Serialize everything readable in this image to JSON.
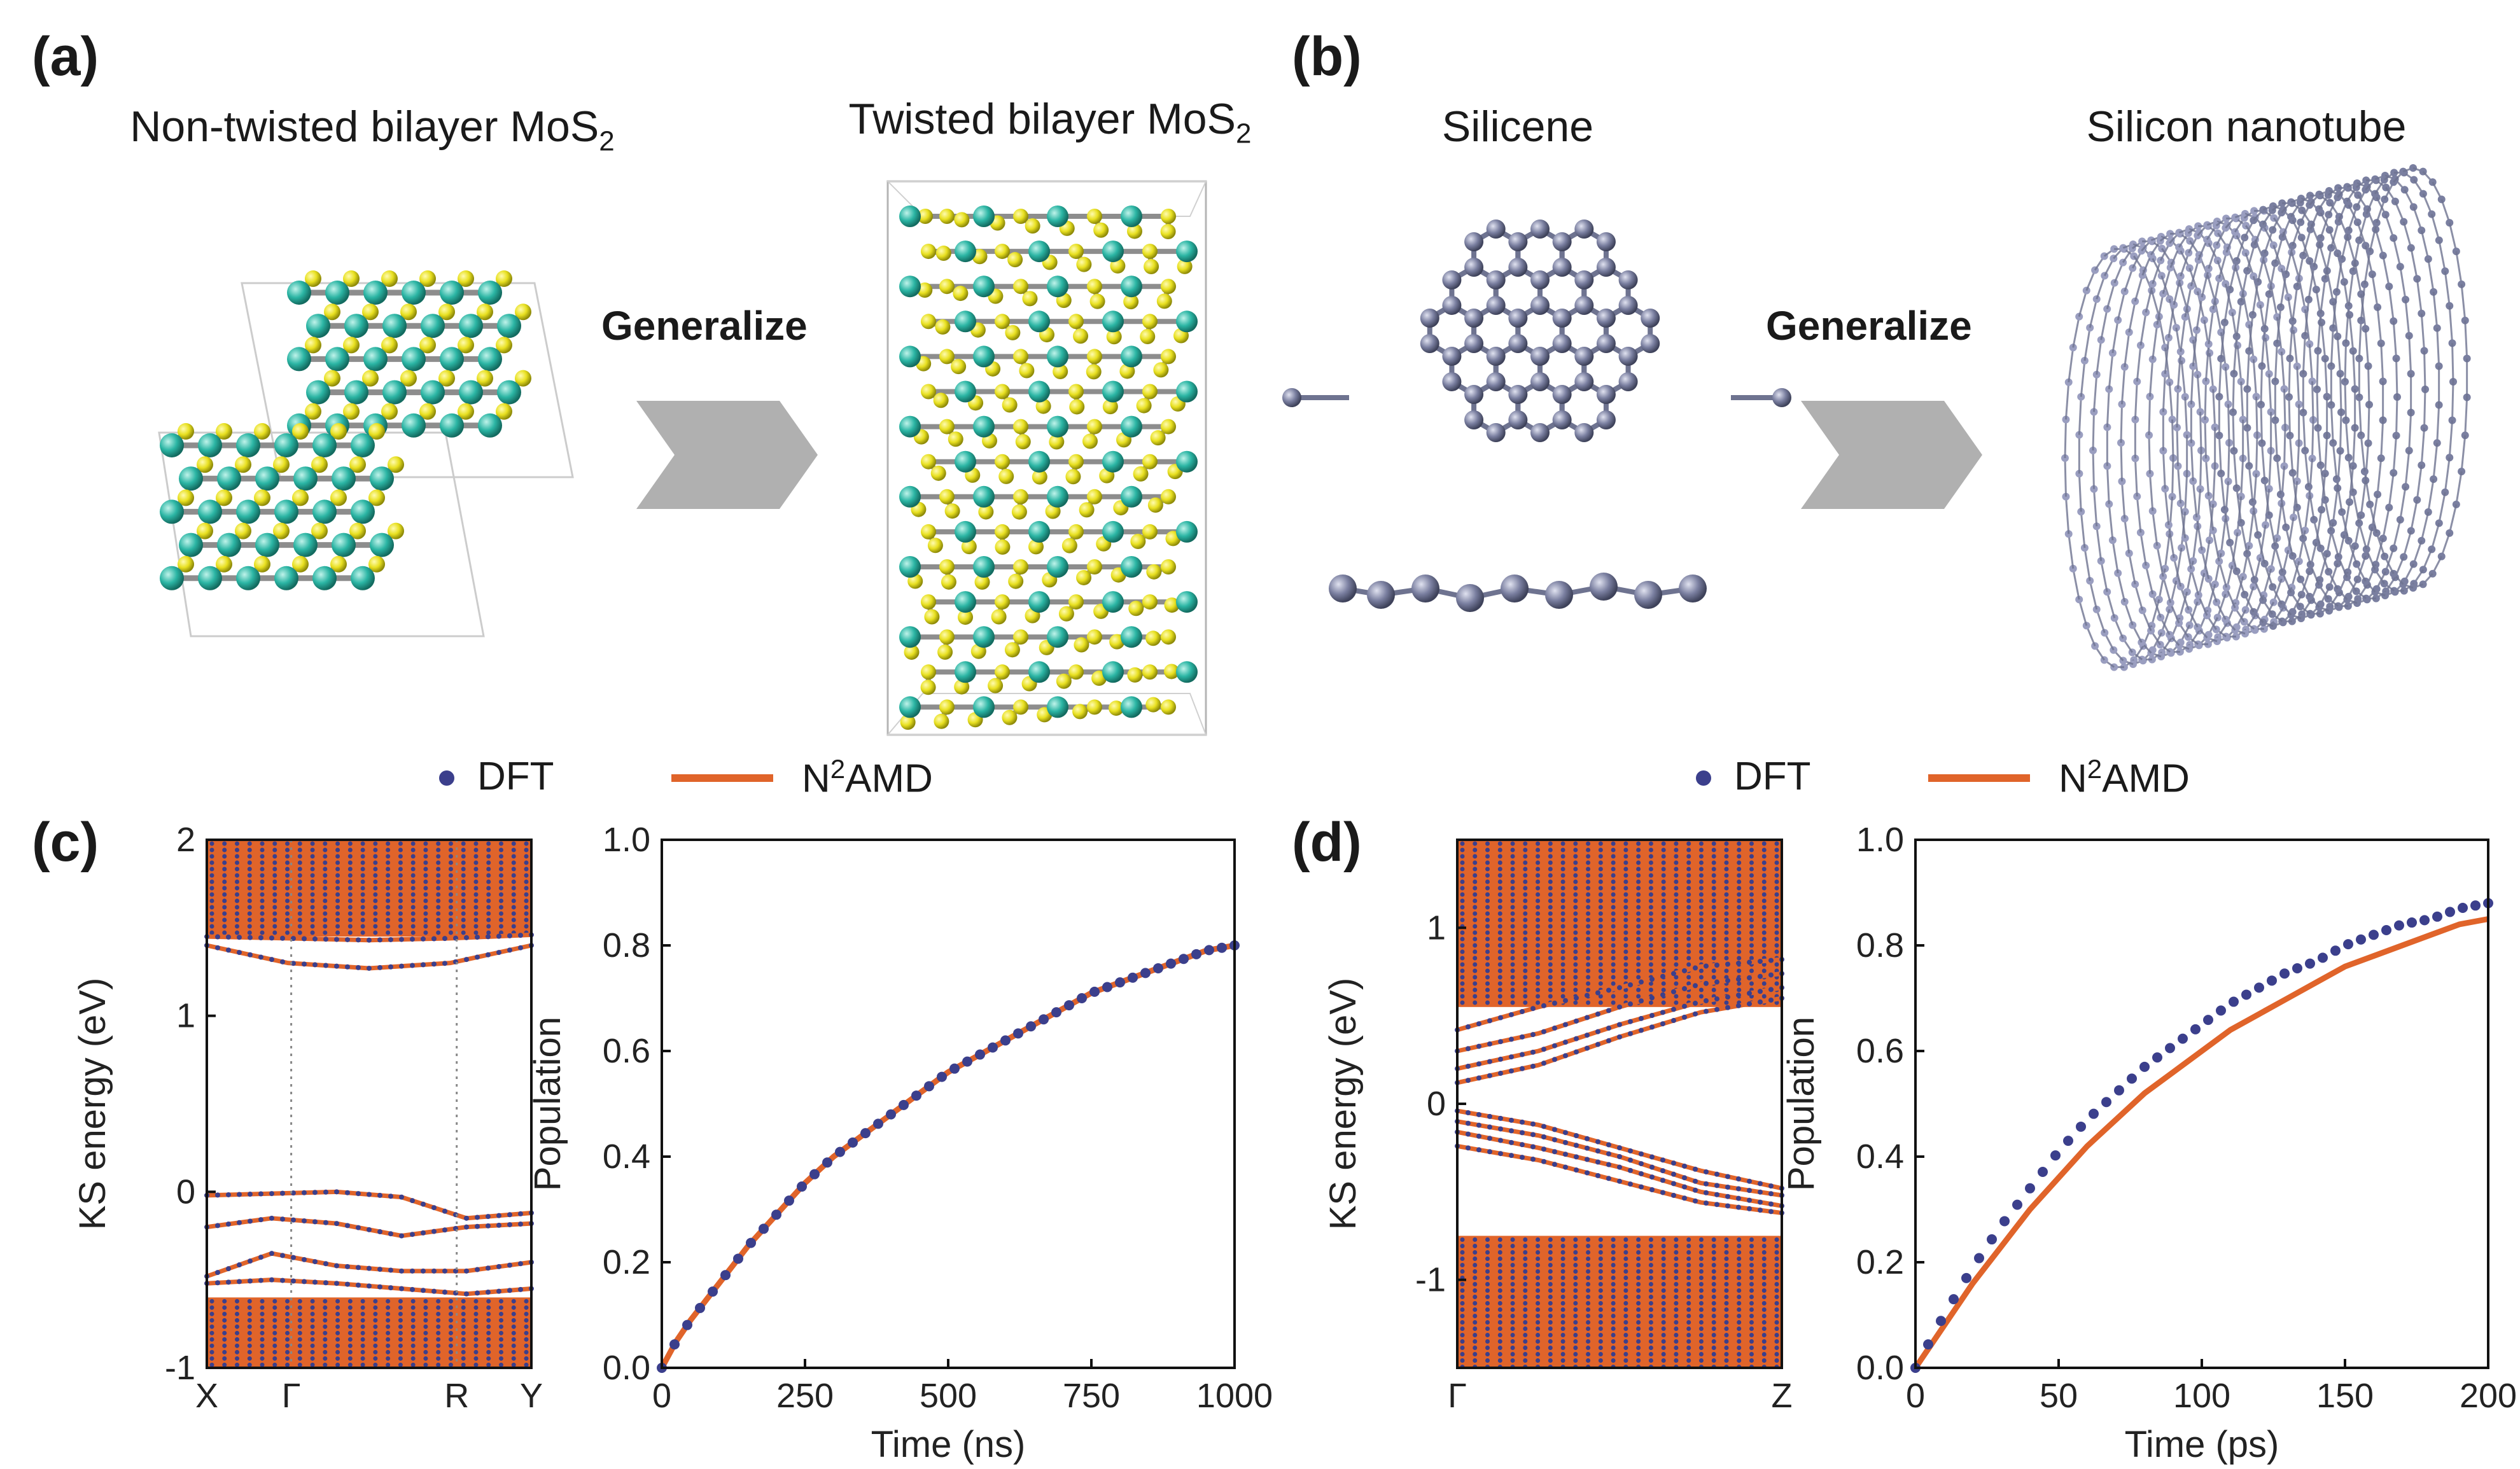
{
  "panels": {
    "a": {
      "letter": "(a)",
      "left_title_main": "Non-twisted bilayer MoS",
      "left_title_sub": "2",
      "right_title_main": "Twisted bilayer MoS",
      "right_title_sub": "2",
      "arrow_label": "Generalize"
    },
    "b": {
      "letter": "(b)",
      "left_title": "Silicene",
      "right_title": "Silicon nanotube",
      "arrow_label": "Generalize"
    },
    "c": {
      "letter": "(c)"
    },
    "d": {
      "letter": "(d)"
    }
  },
  "legend": {
    "dft": "DFT",
    "model_prefix": "N",
    "model_sup": "2",
    "model_suffix": "AMD"
  },
  "colors": {
    "dft": "#3b3f8c",
    "n2amd": "#e0642a",
    "mo": "#2bb5a4",
    "s": "#e8e020",
    "si": "#7a7fa0",
    "arrow": "#b0b0b0"
  },
  "chart_data": [
    {
      "type": "line",
      "panel": "c-left",
      "ylabel": "KS energy (eV)",
      "ylim": [
        -1,
        2
      ],
      "yticks": [
        "-1",
        "0",
        "1",
        "2"
      ],
      "xticks": [
        "X",
        "Γ",
        "R",
        "Y"
      ],
      "series": [
        {
          "name": "DFT",
          "style": "dots"
        },
        {
          "name": "N²AMD",
          "style": "line"
        }
      ],
      "bands_conduction": [
        [
          1.4,
          1.3,
          1.27,
          1.3,
          1.4
        ],
        [
          1.45,
          1.44,
          1.43,
          1.44,
          1.46
        ]
      ],
      "bands_valence": [
        [
          -0.02,
          -0.01,
          0.0,
          -0.03,
          -0.15,
          -0.12
        ],
        [
          -0.2,
          -0.15,
          -0.18,
          -0.25,
          -0.2,
          -0.18
        ],
        [
          -0.48,
          -0.35,
          -0.42,
          -0.45,
          -0.45,
          -0.4
        ],
        [
          -0.52,
          -0.5,
          -0.52,
          -0.55,
          -0.58,
          -0.55
        ]
      ]
    },
    {
      "type": "line",
      "panel": "c-right",
      "xlabel": "Time (ns)",
      "ylabel": "Population",
      "xlim": [
        0,
        1000
      ],
      "ylim": [
        0,
        1.0
      ],
      "xticks": [
        "0",
        "250",
        "500",
        "750",
        "1000"
      ],
      "yticks": [
        "0.0",
        "0.2",
        "0.4",
        "0.6",
        "0.8",
        "1.0"
      ],
      "series": [
        {
          "name": "DFT",
          "x": [
            0,
            25,
            50,
            100,
            150,
            200,
            250,
            300,
            350,
            400,
            450,
            500,
            550,
            600,
            650,
            700,
            750,
            800,
            850,
            900,
            950,
            1000
          ],
          "y": [
            0.0,
            0.05,
            0.09,
            0.16,
            0.23,
            0.29,
            0.35,
            0.4,
            0.44,
            0.48,
            0.52,
            0.56,
            0.59,
            0.62,
            0.65,
            0.68,
            0.71,
            0.73,
            0.75,
            0.77,
            0.79,
            0.8
          ]
        },
        {
          "name": "N²AMD",
          "x": [
            0,
            25,
            50,
            100,
            150,
            200,
            250,
            300,
            350,
            400,
            450,
            500,
            550,
            600,
            650,
            700,
            750,
            800,
            850,
            900,
            950,
            1000
          ],
          "y": [
            0.0,
            0.05,
            0.09,
            0.16,
            0.23,
            0.29,
            0.35,
            0.4,
            0.44,
            0.48,
            0.52,
            0.56,
            0.59,
            0.62,
            0.65,
            0.68,
            0.71,
            0.73,
            0.75,
            0.77,
            0.79,
            0.8
          ]
        }
      ]
    },
    {
      "type": "line",
      "panel": "d-left",
      "ylabel": "KS energy (eV)",
      "ylim": [
        -1.5,
        1.5
      ],
      "yticks": [
        "-1",
        "0",
        "1"
      ],
      "xticks": [
        "Γ",
        "Z"
      ],
      "series": [
        {
          "name": "DFT",
          "style": "dots"
        },
        {
          "name": "N²AMD",
          "style": "line"
        }
      ],
      "bands_conduction": [
        [
          0.12,
          0.22,
          0.38,
          0.52,
          0.6
        ],
        [
          0.2,
          0.3,
          0.45,
          0.58,
          0.66
        ],
        [
          0.3,
          0.4,
          0.55,
          0.68,
          0.74
        ],
        [
          0.42,
          0.55,
          0.66,
          0.78,
          0.82
        ]
      ],
      "bands_valence": [
        [
          -0.04,
          -0.12,
          -0.25,
          -0.38,
          -0.48
        ],
        [
          -0.1,
          -0.18,
          -0.3,
          -0.45,
          -0.52
        ],
        [
          -0.16,
          -0.25,
          -0.36,
          -0.5,
          -0.58
        ],
        [
          -0.24,
          -0.32,
          -0.44,
          -0.56,
          -0.62
        ]
      ]
    },
    {
      "type": "line",
      "panel": "d-right",
      "xlabel": "Time (ps)",
      "ylabel": "Population",
      "xlim": [
        0,
        200
      ],
      "ylim": [
        0,
        1.0
      ],
      "xticks": [
        "0",
        "50",
        "100",
        "150",
        "200"
      ],
      "yticks": [
        "0.0",
        "0.2",
        "0.4",
        "0.6",
        "0.8",
        "1.0"
      ],
      "series": [
        {
          "name": "DFT",
          "x": [
            0,
            5,
            10,
            20,
            30,
            40,
            50,
            60,
            70,
            80,
            90,
            100,
            110,
            120,
            130,
            140,
            150,
            160,
            170,
            180,
            190,
            200
          ],
          "y": [
            0.0,
            0.05,
            0.1,
            0.19,
            0.27,
            0.34,
            0.41,
            0.47,
            0.52,
            0.57,
            0.61,
            0.65,
            0.69,
            0.72,
            0.75,
            0.77,
            0.8,
            0.82,
            0.84,
            0.85,
            0.87,
            0.88
          ]
        },
        {
          "name": "N²AMD",
          "x": [
            0,
            5,
            10,
            20,
            30,
            40,
            50,
            60,
            70,
            80,
            90,
            100,
            110,
            120,
            130,
            140,
            150,
            160,
            170,
            180,
            190,
            200
          ],
          "y": [
            0.0,
            0.04,
            0.08,
            0.16,
            0.23,
            0.3,
            0.36,
            0.42,
            0.47,
            0.52,
            0.56,
            0.6,
            0.64,
            0.67,
            0.7,
            0.73,
            0.76,
            0.78,
            0.8,
            0.82,
            0.84,
            0.85
          ]
        }
      ]
    }
  ]
}
